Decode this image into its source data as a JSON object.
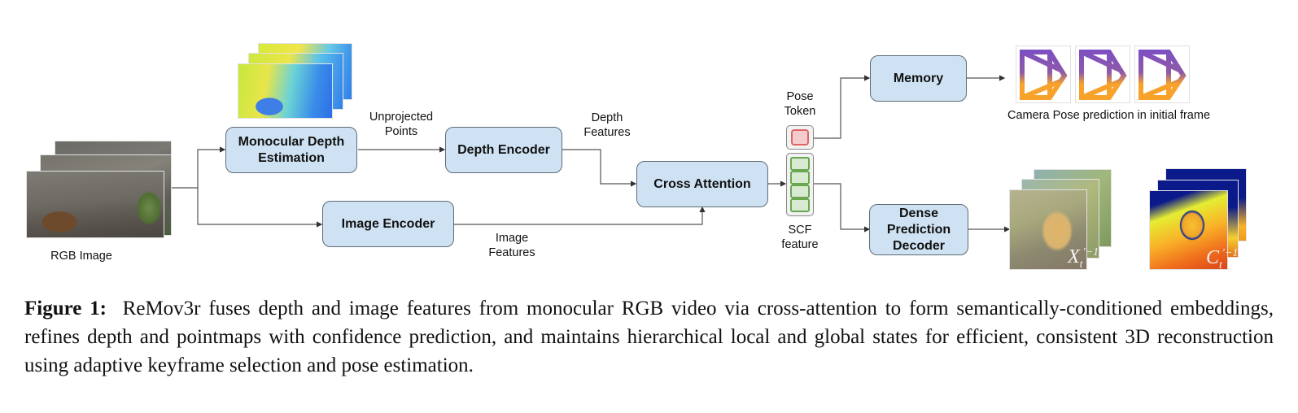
{
  "diagram": {
    "nodes": {
      "rgb_image_label": "RGB Image",
      "monocular_depth": "Monocular Depth Estimation",
      "image_encoder": "Image Encoder",
      "depth_encoder": "Depth Encoder",
      "cross_attention": "Cross Attention",
      "memory": "Memory",
      "dense_decoder": "Dense Prediction Decoder"
    },
    "edge_labels": {
      "unprojected_points": "Unprojected Points",
      "depth_features": "Depth Features",
      "image_features": "Image Features",
      "pose_token": "Pose Token",
      "scf_feature": "SCF feature",
      "camera_pose": "Camera Pose prediction in initial frame"
    },
    "outputs": {
      "pointmap_symbol": "X",
      "pointmap_sub": "t",
      "pointmap_sup": "′−1",
      "confidence_symbol": "C",
      "confidence_sub": "t",
      "confidence_sup": "′−1"
    },
    "colors": {
      "box_fill": "#cfe2f3",
      "pose_token": "#f4cccc",
      "pose_token_border": "#e06666",
      "scf_cell": "#d9ead3",
      "scf_cell_border": "#6aa84f",
      "camera_top": "#7e4fc0",
      "camera_bottom": "#f7a22b"
    }
  },
  "caption": {
    "label": "Figure 1:",
    "text": "ReMov3r fuses depth and image features from monocular RGB video via cross-attention to form semantically-conditioned embeddings, refines depth and pointmaps with confidence prediction, and maintains hierarchical local and global states for efficient, consistent 3D reconstruction using adaptive keyframe selection and pose estimation."
  }
}
